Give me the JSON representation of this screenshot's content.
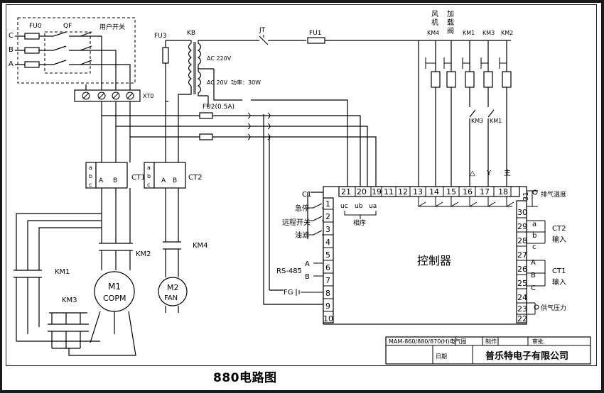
{
  "caption": "880电路图",
  "labels": {
    "fu0": "FU0",
    "qf": "QF",
    "user_switch": "用户开关",
    "phase_c": "C",
    "phase_b": "B",
    "phase_a": "A",
    "xt0": "XT0",
    "fu3": "FU3",
    "kb": "KB",
    "jt": "JT",
    "fu1": "FU1",
    "ac220": "AC 220V",
    "ac20": "AC 20V",
    "power30": "功率：30W",
    "fu2": "FU2(0.5A)",
    "ct1": "CT1",
    "ct2": "CT2",
    "km2": "KM2",
    "km4": "KM4",
    "km1": "KM1",
    "km3": "KM3",
    "m1": "M1",
    "copm": "COPM",
    "m2": "M2",
    "fan": "FAN",
    "ct_a": "a",
    "ct_b": "b",
    "ct_c": "c",
    "ct_A": "A",
    "ct_B": "B",
    "fan_col": [
      "风",
      "机",
      "KM4"
    ],
    "heater_col": [
      "加",
      "载",
      "阀"
    ],
    "coil_km1": "KM1",
    "coil_km3": "KM3",
    "coil_km2": "KM2",
    "contact_km3": "KM3",
    "contact_km1": "KM1",
    "mark_triangle": "△",
    "mark_y": "Y",
    "mark_main": "主",
    "controller": "控制器",
    "c1": "C1",
    "emergency": "急停",
    "remote": "远程开关",
    "oil_filter": "油滤",
    "rs485": "RS-485",
    "rs_a": "A",
    "rs_b": "B",
    "fg": "FG",
    "uc": "uc",
    "ub": "ub",
    "ua": "ua",
    "phase_seq": "相序",
    "exhaust_temp": "排气温度",
    "ct2_input": [
      "CT2",
      "输入"
    ],
    "ct1_input": [
      "CT1",
      "输入"
    ],
    "supply_pressure": "供气压力",
    "r_a": "a",
    "r_b": "b",
    "r_c": "c",
    "r_A": "A",
    "r_B": "B",
    "r_C": "C"
  },
  "terminals_top": [
    "21",
    "20",
    "19",
    "11",
    "12",
    "13",
    "14",
    "15",
    "16",
    "17",
    "18",
    "31"
  ],
  "terminals_left": [
    "1",
    "2",
    "3",
    "4",
    "5",
    "6",
    "7",
    "8",
    "9",
    "10"
  ],
  "terminals_right": [
    "30",
    "29",
    "28",
    "27",
    "26",
    "25",
    "24",
    "23",
    "22"
  ],
  "title_block": {
    "model": "MAM-860/880/870(H)电气图",
    "made_by": "制作",
    "approved": "审批",
    "date": "日期",
    "company": "普乐特电子有限公司"
  }
}
